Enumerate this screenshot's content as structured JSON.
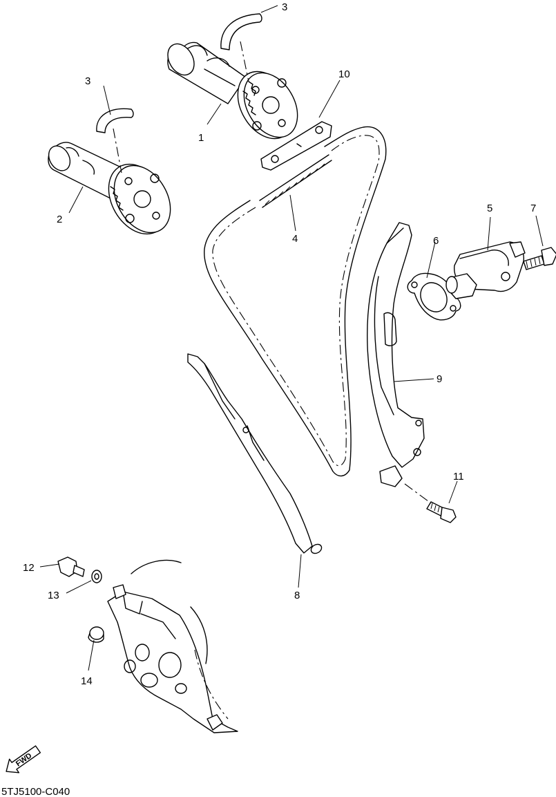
{
  "drawing_code": "5TJ5100-C040",
  "fwd_label": "FWD",
  "parts": [
    {
      "id": "camshaft-1",
      "number": "1"
    },
    {
      "id": "camshaft-2",
      "number": "2"
    },
    {
      "id": "clip-3a",
      "number": "3"
    },
    {
      "id": "clip-3b",
      "number": "3"
    },
    {
      "id": "cam-chain",
      "number": "4"
    },
    {
      "id": "tensioner-assy",
      "number": "5"
    },
    {
      "id": "tensioner-gasket",
      "number": "6"
    },
    {
      "id": "tensioner-bolt",
      "number": "7"
    },
    {
      "id": "guide-stopper-8",
      "number": "8"
    },
    {
      "id": "guide-stopper-9",
      "number": "9"
    },
    {
      "id": "guide-bolt",
      "number": "10"
    },
    {
      "id": "guide-stopper-11",
      "number": "11"
    },
    {
      "id": "plug-bolt",
      "number": "12"
    },
    {
      "id": "washer",
      "number": "13"
    },
    {
      "id": "cap",
      "number": "14"
    }
  ]
}
